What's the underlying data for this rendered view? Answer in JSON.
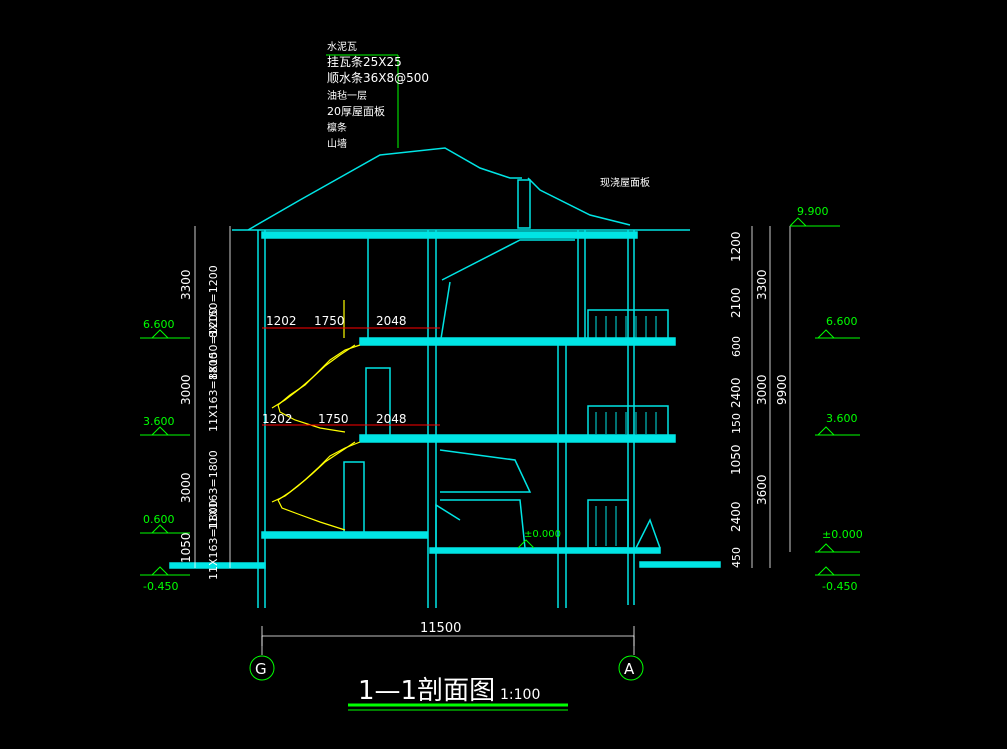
{
  "roof_notes": [
    "水泥瓦",
    "挂瓦条25X25",
    "顺水条36X8@500",
    "油毡一层",
    "20厚屋面板",
    "檩条",
    "山墙"
  ],
  "roof_slab_label": "现浇屋面板",
  "left_levels": [
    "6.600",
    "3.600",
    "0.600",
    "-0.450"
  ],
  "right_levels": [
    "9.900",
    "6.600",
    "3.600",
    "±0.000",
    "-0.450"
  ],
  "floor_mark": "±0.000",
  "left_dims": [
    "3300",
    "3000",
    "3000",
    "1050"
  ],
  "stair_notes": [
    "8X150=1200",
    "11X163=1800",
    "11X163=1800",
    "8X150=1200",
    "11X163=1800"
  ],
  "stair_dims_upper": [
    "1202",
    "1750",
    "2048"
  ],
  "stair_dims_lower": [
    "1202",
    "1750",
    "2048"
  ],
  "right_dims_inner": [
    "1200",
    "2100",
    "600",
    "2400",
    "150",
    "1050",
    "2400",
    "450"
  ],
  "right_dims_middle": [
    "3300",
    "3000",
    "3600"
  ],
  "right_dims_total": "9900",
  "bottom_dim": "11500",
  "axis_left": "G",
  "axis_right": "A",
  "title": "1—1剖面图",
  "scale": "1:100",
  "colors": {
    "background": "#000000",
    "structure": "#00e5e5",
    "dimension": "#ffffff",
    "level": "#00ff00",
    "stair": "#ffff00",
    "red_line": "#ff0000"
  }
}
